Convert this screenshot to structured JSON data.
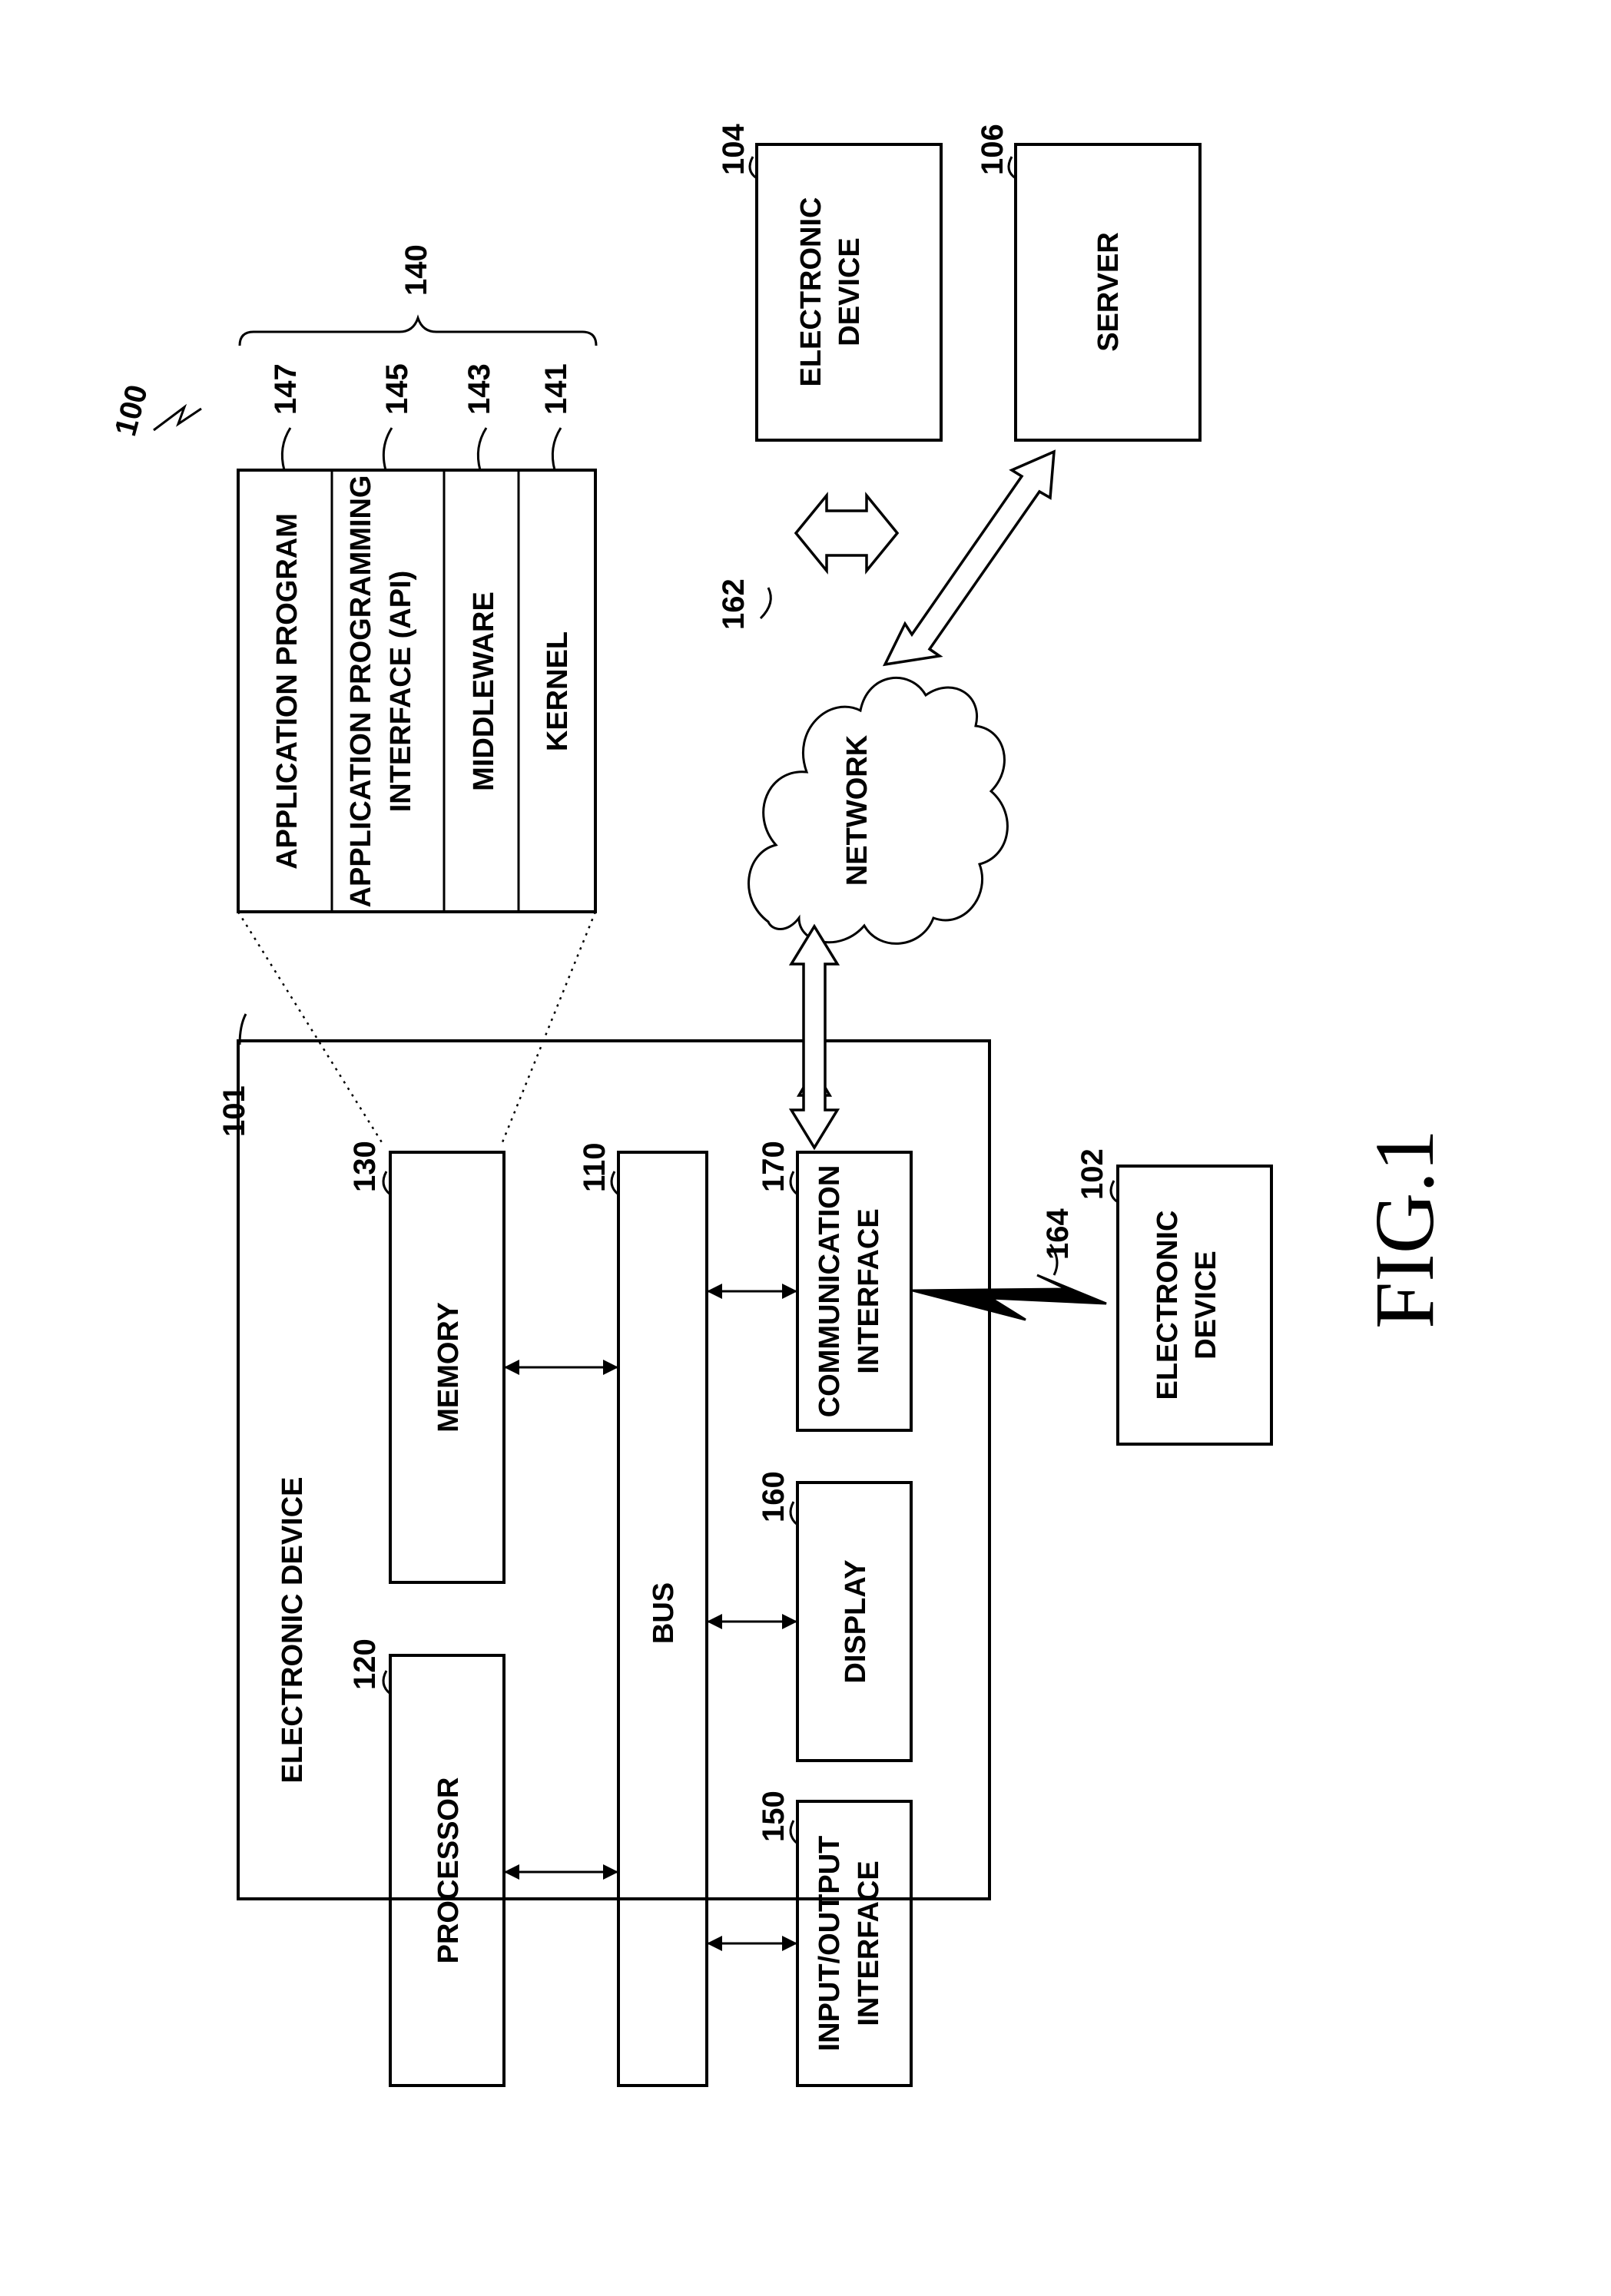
{
  "figure_label": "FIG.1",
  "system_ref": "100",
  "main_device": {
    "ref": "101",
    "label": "ELECTRONIC DEVICE"
  },
  "bus": {
    "ref": "110",
    "label": "BUS"
  },
  "processor": {
    "ref": "120",
    "label": "PROCESSOR"
  },
  "memory": {
    "ref": "130",
    "label": "MEMORY"
  },
  "io_interface": {
    "ref": "150",
    "line1": "INPUT/OUTPUT",
    "line2": "INTERFACE"
  },
  "display": {
    "ref": "160",
    "label": "DISPLAY"
  },
  "comm_interface": {
    "ref": "170",
    "line1": "COMMUNICATION",
    "line2": "INTERFACE"
  },
  "software_stack": {
    "ref": "140",
    "layers": [
      {
        "ref": "147",
        "line1": "APPLICATION PROGRAM",
        "line2": ""
      },
      {
        "ref": "145",
        "line1": "APPLICATION PROGRAMMING",
        "line2": "INTERFACE (API)"
      },
      {
        "ref": "143",
        "line1": "MIDDLEWARE",
        "line2": ""
      },
      {
        "ref": "141",
        "line1": "KERNEL",
        "line2": ""
      }
    ]
  },
  "network": {
    "ref": "162",
    "label": "NETWORK"
  },
  "wireless_link": {
    "ref": "164"
  },
  "device_102": {
    "ref": "102",
    "line1": "ELECTRONIC",
    "line2": "DEVICE"
  },
  "device_104": {
    "ref": "104",
    "line1": "ELECTRONIC",
    "line2": "DEVICE"
  },
  "server": {
    "ref": "106",
    "label": "SERVER"
  }
}
